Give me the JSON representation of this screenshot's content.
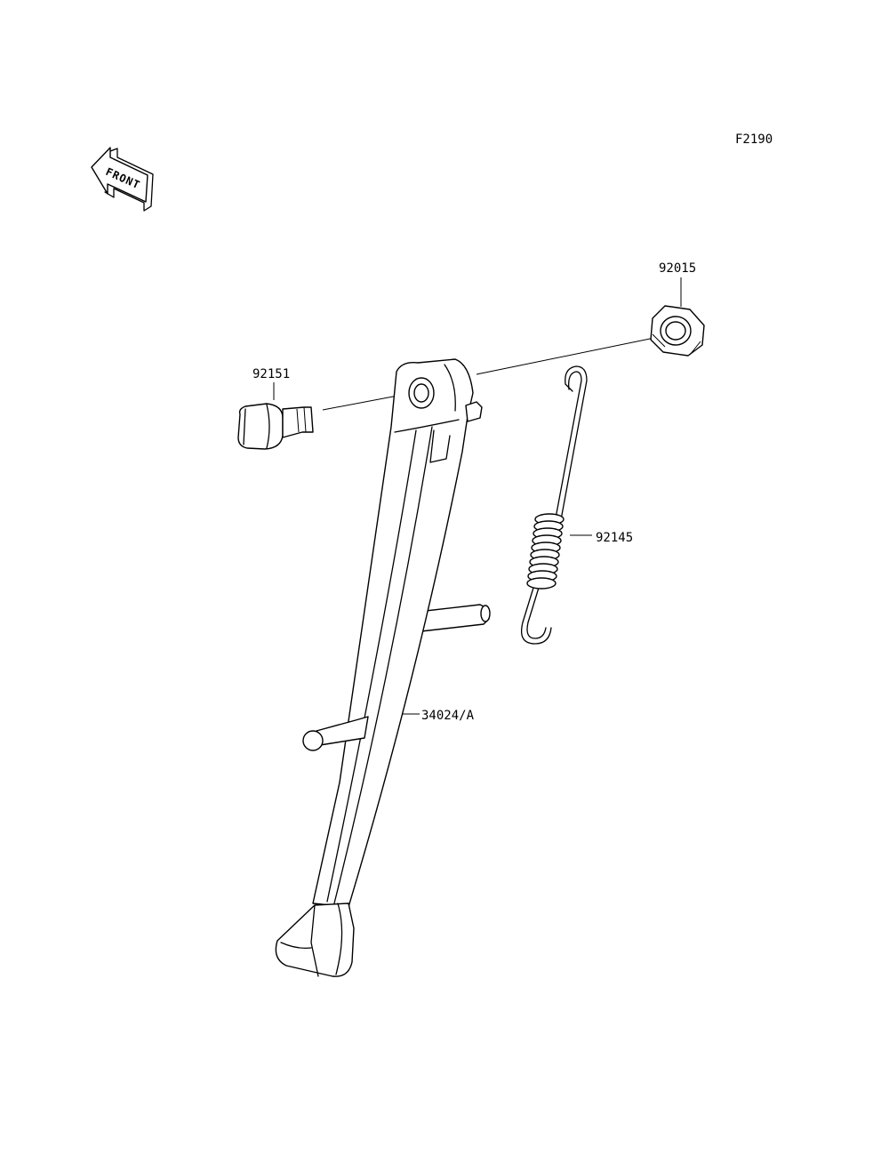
{
  "figure_code": "F2190",
  "front_indicator": {
    "text": "FRONT",
    "icon": "front-arrow-icon"
  },
  "parts": [
    {
      "id": "bolt",
      "number": "92151"
    },
    {
      "id": "nut",
      "number": "92015"
    },
    {
      "id": "spring",
      "number": "92145"
    },
    {
      "id": "side-stand",
      "number": "34024/A"
    }
  ]
}
